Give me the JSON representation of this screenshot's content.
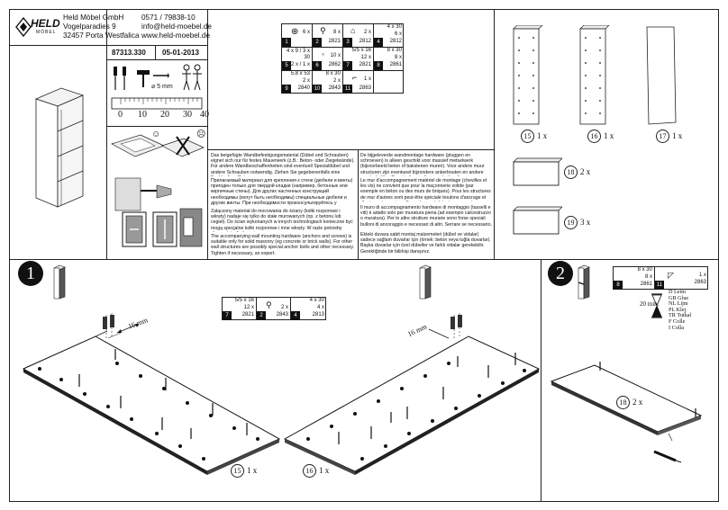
{
  "company": {
    "brand": "HELD",
    "brand_sub": "MÖBEL",
    "name": "Held Möbel GmbH",
    "street": "Vogelparadies 9",
    "city": "32457 Porta Westfalica",
    "phone": "0571 / 79838-10",
    "email": "info@held-moebel.de",
    "web": "www.held-moebel.de"
  },
  "doc": {
    "article": "87313.330",
    "date": "05-01-2013"
  },
  "tools": {
    "drill_label": "5 mm",
    "ruler_ticks": [
      "0",
      "10",
      "20",
      "30",
      "40"
    ]
  },
  "hardware_top": [
    {
      "badge": "1",
      "size": "",
      "qty": "6 x",
      "code": ""
    },
    {
      "badge": "2",
      "size": "",
      "qty": "8 x",
      "code": "2821"
    },
    {
      "badge": "3",
      "size": "",
      "qty": "2 x",
      "code": "2812"
    },
    {
      "badge": "4",
      "size": "4 x 30",
      "qty": "6 x",
      "code": "2812"
    },
    {
      "badge": "5",
      "size": "4 x 9 / 3 x 30",
      "qty": "2 x / 1 x",
      "code": ""
    },
    {
      "badge": "6",
      "size": "",
      "qty": "10 x",
      "code": "2862"
    },
    {
      "badge": "7",
      "size": "5/5 x 16",
      "qty": "12 x",
      "code": "2821"
    },
    {
      "badge": "8",
      "size": "8 x 30",
      "qty": "8 x",
      "code": "2861"
    },
    {
      "badge": "9",
      "size": "5,8 x 53",
      "qty": "2 x",
      "code": "2840"
    },
    {
      "badge": "10",
      "size": "8 x 30",
      "qty": "2 x",
      "code": "2843"
    },
    {
      "badge": "11",
      "size": "",
      "qty": "1 x",
      "code": "2863"
    }
  ],
  "parts": [
    {
      "num": "15",
      "qty": "1 x"
    },
    {
      "num": "16",
      "qty": "1 x"
    },
    {
      "num": "17",
      "qty": "1 x"
    },
    {
      "num": "18",
      "qty": "2 x"
    },
    {
      "num": "19",
      "qty": "3 x"
    }
  ],
  "warnings": {
    "de": "Das beigefügte Wandbefestigungsmaterial (Dübel und Schrauben) eignet sich nur für festes Mauerwerk (z.B.: Beton- oder Ziegelwände). Für andere Wandbeschaffenheiten sind eventuell Spezialdübel und andere Schrauben notwendig. Ziehen Sie gegebenenfalls eine Fachkraft zu Rate.",
    "ru": "Прилагаемый материал для крепления к стене (дюбели и винты) пригоден только для твердой кладки (например, бетонные или кирпичные стены). Для других настенных конструкций необходимы (могут быть необходимы) специальные дюбели и другие винты. При необходимости проконсультируйтесь у специалиста.",
    "pl": "Załączony materiał do mocowania do ściany (kołki rozporowe i wkręty) nadaje się tylko do stałe murowanych (np. z betonu lub cegieł). Do ścian wykonanych w innych technologiach konieczne być mogą specjalne kołki rozporowe i inne wkręty. W razie potrzeby skorzystaj z fachowej pomocy.",
    "en": "The accompanying wall mounting hardware (anchors and screws) is suitable only for solid masonry (eg concrete or brick walls). For other wall structures are possibly special anchor bolts and other necessary. Tighten if necessary, an expert.",
    "nl": "De bijgeleverde wandmontage hardware (pluggen en schroeven) is alleen geschikt voor massief metselwerk (bijvoorbeeld beton of bakstenen muren). Voor andere muur structuren zijn eventueel bijzondere ankerbouten en andere noodzakelijke. Draai indien nodig, een deskundige.",
    "fr": "Le mur d'accompagnement matériel de montage (chevilles et les vis) ne convient que pour la maçonnerie solide (par exemple en béton ou des murs de briques). Pour les structures de mur d'autres sont peut-être spéciale boulons d'ancrage et d'autres nécessaires. Serrer le cas échéant, un expert.",
    "it": "Il muro di accompagnamento hardware di montaggio (tasselli e viti) è adatto solo per muratura piena (ad esempio calcestruzzo o muratura). Per le altre strutture murarie sono forse speciali bulloni di ancoraggio e necessari di altri. Serrare se necessario, un esperto.",
    "tr": "Ekteki duvara sabit montaj malzemeleri (dübel ve vidalar) sadece sağlam duvarlar için (örnek: beton veya tuğla duvarlar). Başka duvarlar için özel dübeller ve farklı vidalar gerekebilir. Gerektiğinde bir bilirkişi danışınız."
  },
  "step1": {
    "num": "1",
    "dim_left": "16 mm",
    "dim_right": "16 mm",
    "hardware": [
      {
        "badge": "7",
        "size": "5/5 x 16",
        "qty": "12 x",
        "code": "2821"
      },
      {
        "badge": "2",
        "size": "",
        "qty": "2 x",
        "code": "2843"
      },
      {
        "badge": "4",
        "size": "4 x 30",
        "qty": "4 x",
        "code": "2813"
      }
    ],
    "part_left": {
      "num": "15",
      "qty": "1 x"
    },
    "part_right": {
      "num": "16",
      "qty": "1 x"
    }
  },
  "step2": {
    "num": "2",
    "hardware": [
      {
        "badge": "8",
        "size": "8 x 30",
        "qty": "8 x",
        "code": "2861"
      },
      {
        "badge": "11",
        "size": "",
        "qty": "1 x",
        "code": "2863"
      }
    ],
    "wait_time": "20 min.",
    "lang_codes": [
      "D  Leim",
      "GB Glue",
      "NL Lijm",
      "PL Klej",
      "TR Tutkal",
      "F  Colle",
      "I  Colla"
    ],
    "part": {
      "num": "18",
      "qty": "2 x"
    }
  },
  "colors": {
    "ink": "#111111",
    "paper": "#ffffff",
    "line": "#222222"
  }
}
